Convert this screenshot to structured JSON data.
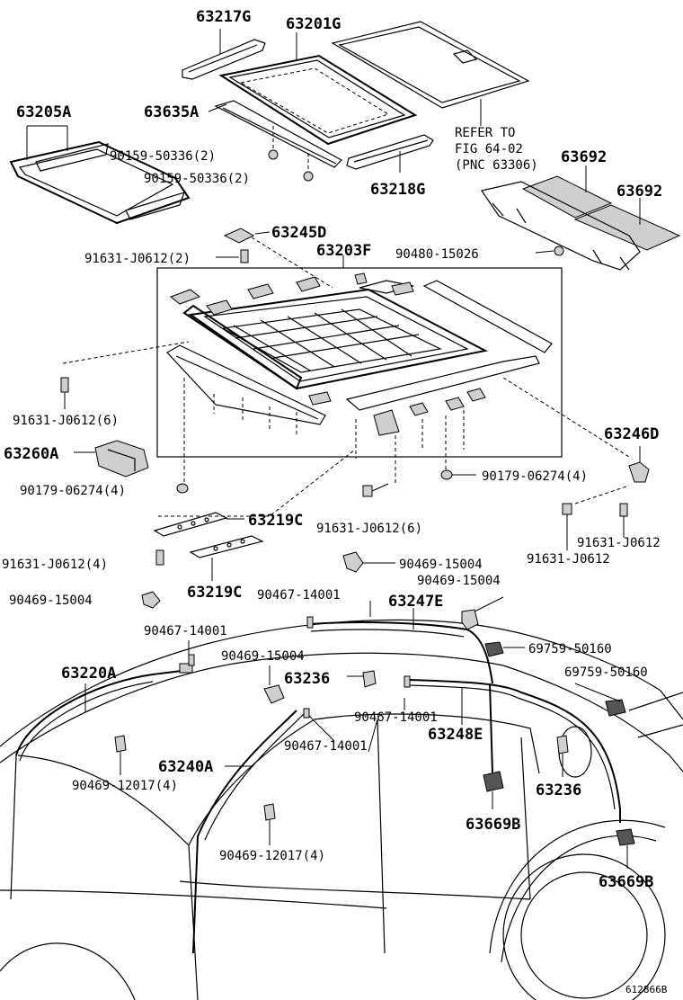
{
  "diagram": {
    "labels": {
      "p63217g": "63217G",
      "p63201g": "63201G",
      "p63205a": "63205A",
      "p63635a": "63635A",
      "s90159_1": "90159-50336(2)",
      "s90159_2": "90159-50336(2)",
      "p63218g": "63218G",
      "refer1": "REFER TO",
      "refer2": "FIG 64-02",
      "refer3": "(PNC 63306)",
      "p63692_1": "63692",
      "p63692_2": "63692",
      "p63245d": "63245D",
      "s91631_a": "91631-J0612(2)",
      "p63203f": "63203F",
      "s90480": "90480-15026",
      "s91631_b": "91631-J0612(6)",
      "p63260a": "63260A",
      "p63246d": "63246D",
      "s90179_a": "90179-06274(4)",
      "s90179_b": "90179-06274(4)",
      "s91631_c": "91631-J0612(6)",
      "p63219c_1": "63219C",
      "s91631_d": "91631-J0612(4)",
      "s91631_e": "91631-J0612",
      "s91631_f": "91631-J0612",
      "p63219c_2": "63219C",
      "s90469_a": "90469-15004",
      "s90469_b": "90469-15004",
      "s90469_c": "90469-15004",
      "s90467_a": "90467-14001",
      "p63247e": "63247E",
      "s90467_b": "90467-14001",
      "s69759_a": "69759-50160",
      "p63220a": "63220A",
      "s90469_d": "90469-15004",
      "p63236_1": "63236",
      "s69759_b": "69759-50160",
      "s90467_c": "90467-14001",
      "p63248e": "63248E",
      "s90467_d": "90467-14001",
      "s90469_e": "90469-12017(4)",
      "p63240a": "63240A",
      "p63236_2": "63236",
      "p63669b_1": "63669B",
      "s90469_f": "90469-12017(4)",
      "p63669b_2": "63669B",
      "figure_id": "612866B"
    }
  }
}
